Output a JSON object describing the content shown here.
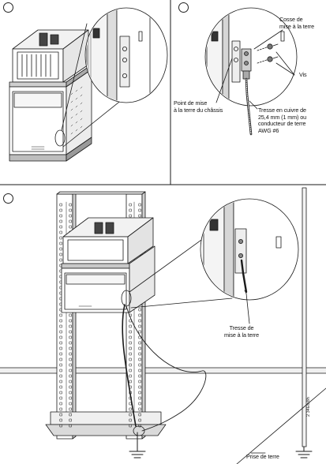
{
  "labels": {
    "cosse": [
      "Cosse de",
      "mise à la terre"
    ],
    "vis": "Vis",
    "point_mise": [
      "Point de mise",
      "à la terre du châssis"
    ],
    "tresse_cuivre": [
      "Tresse en cuivre de",
      "25,4 mm (1 mm) ou",
      "conducteur de terre",
      "AWG #6"
    ],
    "tresse_mise": [
      "Tresse de",
      "mise à la terre"
    ],
    "prise_terre": "Prise de terre"
  },
  "figure_id": "2 34Ets8h",
  "colors": {
    "line": "#1a1a1a",
    "shade": "#d9d9d9",
    "dark": "#6e6e6e"
  }
}
